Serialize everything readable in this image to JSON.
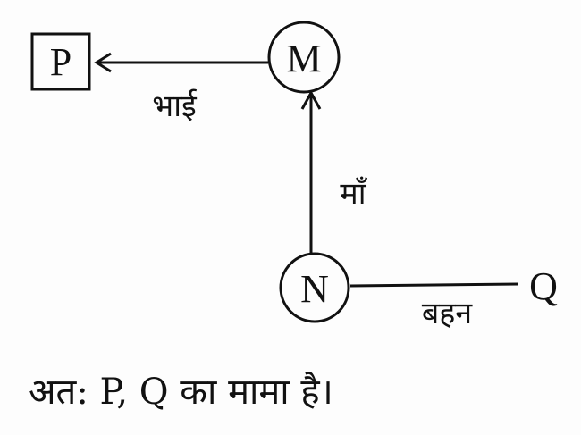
{
  "nodes": {
    "p": "P",
    "m": "M",
    "n": "N",
    "q": "Q"
  },
  "edges": {
    "m_to_p": "भाई",
    "n_to_m": "माँ",
    "n_to_q": "बहन"
  },
  "conclusion": "अत: P, Q का मामा है।"
}
